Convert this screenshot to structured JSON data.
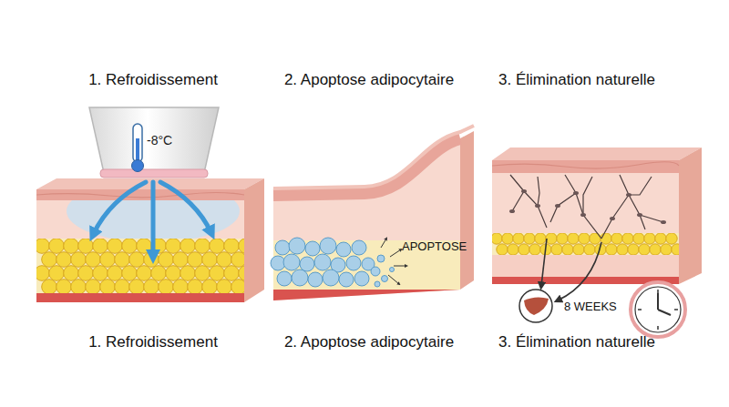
{
  "diagram": {
    "nodes": [
      {
        "text": [
          "-8°C"
        ]
      }
    ],
    "labels": [
      "1. Refroidissement",
      "2. Apoptose adipocytaire",
      "3. Élimination naturelle",
      "APOPTOSE",
      "8 WEEKS",
      "1. Refroidissement",
      "2. Apoptose adipocytaire",
      "3. Élimination naturelle"
    ]
  }
}
